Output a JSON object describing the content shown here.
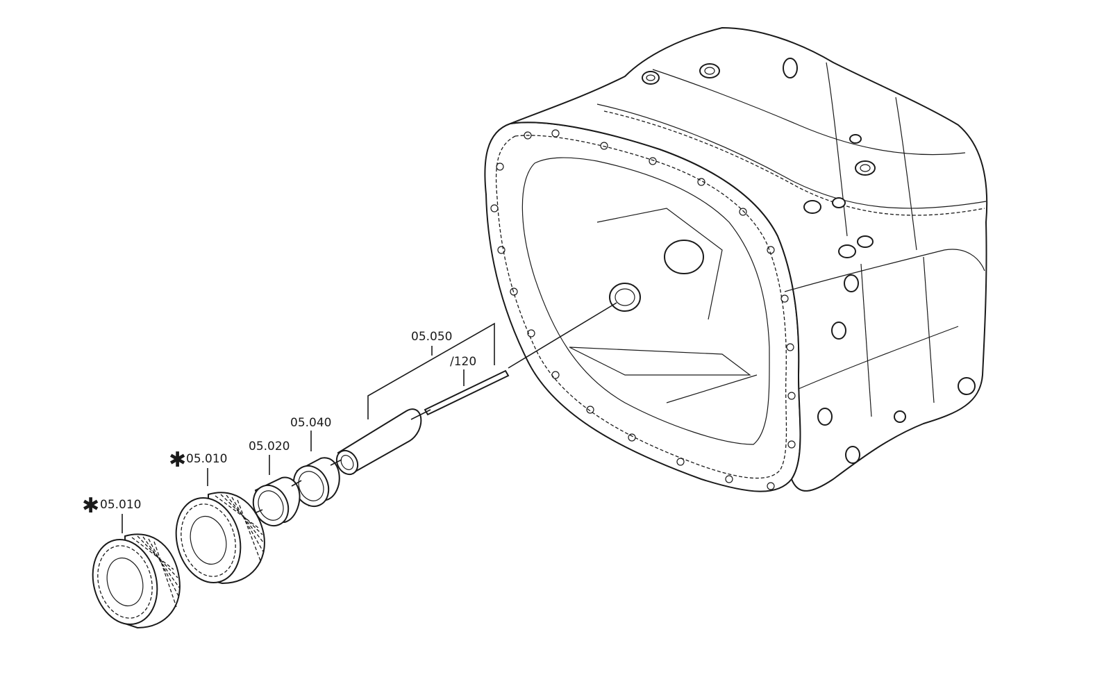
{
  "callouts": [
    {
      "id": "gear-a",
      "label": "05.010",
      "asterisk": "✱"
    },
    {
      "id": "gear-b",
      "label": "05.010",
      "asterisk": "✱"
    },
    {
      "id": "ring-020",
      "label": "05.020"
    },
    {
      "id": "ring-040",
      "label": "05.040"
    },
    {
      "id": "sleeve-050",
      "label": "05.050"
    },
    {
      "id": "pin-120",
      "label": "/120"
    }
  ],
  "colors": {
    "line": "#1a1a1a",
    "background": "#ffffff"
  }
}
